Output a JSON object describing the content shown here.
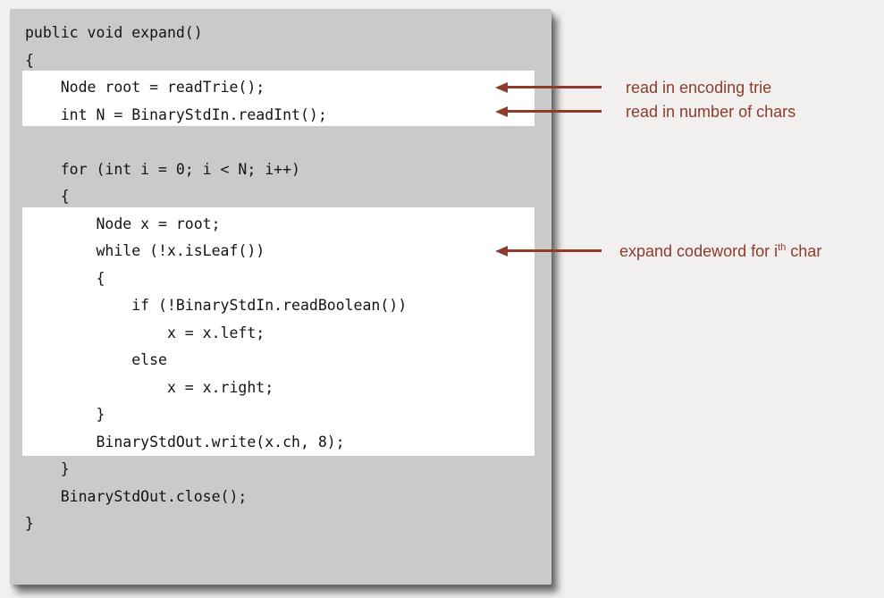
{
  "slide": {
    "code": {
      "language": "java",
      "lines": [
        "public void expand()",
        "{",
        "    Node root = readTrie();",
        "    int N = BinaryStdIn.readInt();",
        "",
        "    for (int i = 0; i < N; i++)",
        "    {",
        "        Node x = root;",
        "        while (!x.isLeaf())",
        "        {",
        "            if (!BinaryStdIn.readBoolean())",
        "                x = x.left;",
        "            else",
        "                x = x.right;",
        "        }",
        "        BinaryStdOut.write(x.ch, 8);",
        "    }",
        "    BinaryStdOut.close();",
        "}"
      ]
    },
    "annotations": [
      {
        "label": "read in encoding trie"
      },
      {
        "label": "read in number of chars"
      },
      {
        "prefix": "expand codeword for i",
        "superscript": "th",
        "suffix": " char"
      }
    ],
    "colors": {
      "page_background": "#f1f0ee",
      "code_panel": "#cacaca",
      "highlight_band": "#ffffff",
      "annotation_accent": "#8e3a2d",
      "code_text": "#141414"
    }
  }
}
